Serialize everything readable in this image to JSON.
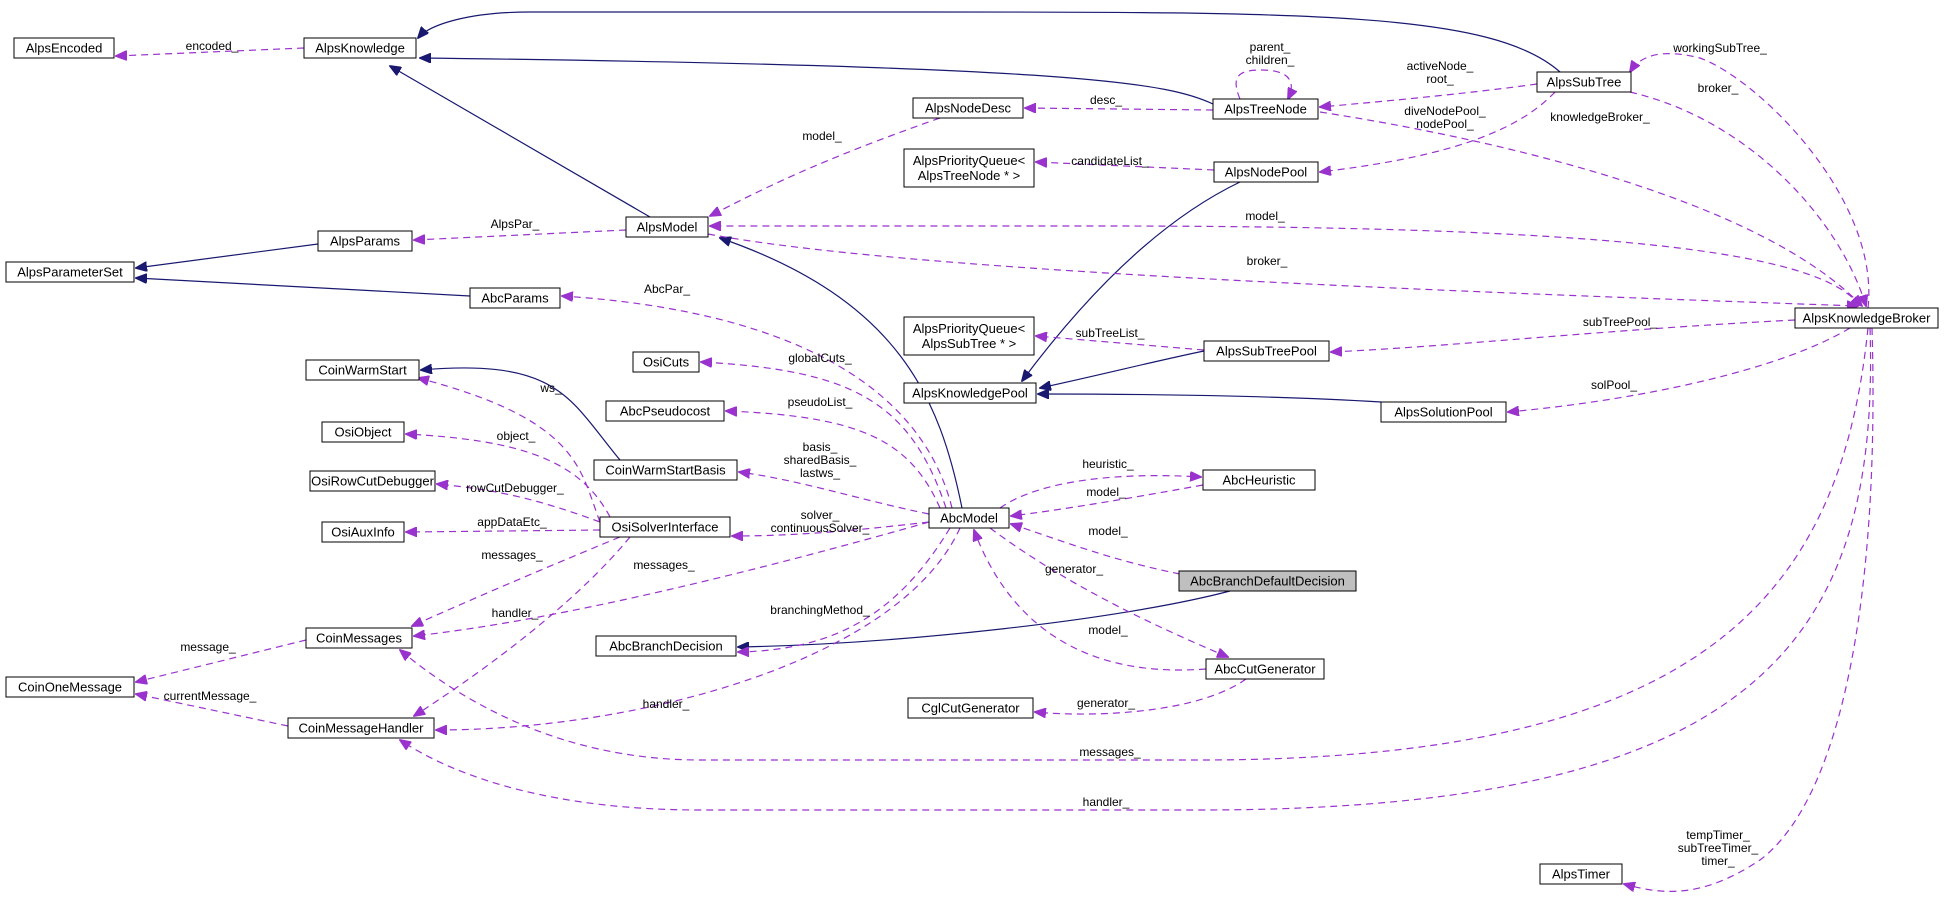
{
  "nodes": [
    {
      "id": "AlpsEncoded",
      "lines": [
        "AlpsEncoded"
      ]
    },
    {
      "id": "AlpsKnowledge",
      "lines": [
        "AlpsKnowledge"
      ]
    },
    {
      "id": "AlpsParameterSet",
      "lines": [
        "AlpsParameterSet"
      ]
    },
    {
      "id": "AlpsParams",
      "lines": [
        "AlpsParams"
      ]
    },
    {
      "id": "AbcParams",
      "lines": [
        "AbcParams"
      ]
    },
    {
      "id": "AlpsModel",
      "lines": [
        "AlpsModel"
      ]
    },
    {
      "id": "AlpsNodeDesc",
      "lines": [
        "AlpsNodeDesc"
      ]
    },
    {
      "id": "AlpsTreeNode",
      "lines": [
        "AlpsTreeNode"
      ]
    },
    {
      "id": "AlpsSubTree",
      "lines": [
        "AlpsSubTree"
      ]
    },
    {
      "id": "AlpsPriorityQueueTreeNode",
      "lines": [
        "AlpsPriorityQueue<",
        "AlpsTreeNode * >"
      ]
    },
    {
      "id": "AlpsNodePool",
      "lines": [
        "AlpsNodePool"
      ]
    },
    {
      "id": "AlpsKnowledgeBroker",
      "lines": [
        "AlpsKnowledgeBroker"
      ]
    },
    {
      "id": "AlpsPriorityQueueSubTree",
      "lines": [
        "AlpsPriorityQueue<",
        "AlpsSubTree * >"
      ]
    },
    {
      "id": "AlpsSubTreePool",
      "lines": [
        "AlpsSubTreePool"
      ]
    },
    {
      "id": "AlpsKnowledgePool",
      "lines": [
        "AlpsKnowledgePool"
      ]
    },
    {
      "id": "AlpsSolutionPool",
      "lines": [
        "AlpsSolutionPool"
      ]
    },
    {
      "id": "CoinWarmStart",
      "lines": [
        "CoinWarmStart"
      ]
    },
    {
      "id": "OsiCuts",
      "lines": [
        "OsiCuts"
      ]
    },
    {
      "id": "AbcPseudocost",
      "lines": [
        "AbcPseudocost"
      ]
    },
    {
      "id": "OsiObject",
      "lines": [
        "OsiObject"
      ]
    },
    {
      "id": "CoinWarmStartBasis",
      "lines": [
        "CoinWarmStartBasis"
      ]
    },
    {
      "id": "OsiRowCutDebugger",
      "lines": [
        "OsiRowCutDebugger"
      ]
    },
    {
      "id": "OsiAuxInfo",
      "lines": [
        "OsiAuxInfo"
      ]
    },
    {
      "id": "OsiSolverInterface",
      "lines": [
        "OsiSolverInterface"
      ]
    },
    {
      "id": "AbcModel",
      "lines": [
        "AbcModel"
      ]
    },
    {
      "id": "AbcHeuristic",
      "lines": [
        "AbcHeuristic"
      ]
    },
    {
      "id": "AbcBranchDefaultDecision",
      "lines": [
        "AbcBranchDefaultDecision"
      ]
    },
    {
      "id": "CoinMessages",
      "lines": [
        "CoinMessages"
      ]
    },
    {
      "id": "AbcBranchDecision",
      "lines": [
        "AbcBranchDecision"
      ]
    },
    {
      "id": "CoinOneMessage",
      "lines": [
        "CoinOneMessage"
      ]
    },
    {
      "id": "AbcCutGenerator",
      "lines": [
        "AbcCutGenerator"
      ]
    },
    {
      "id": "CglCutGenerator",
      "lines": [
        "CglCutGenerator"
      ]
    },
    {
      "id": "CoinMessageHandler",
      "lines": [
        "CoinMessageHandler"
      ]
    },
    {
      "id": "AlpsTimer",
      "lines": [
        "AlpsTimer"
      ]
    }
  ],
  "edge_labels": {
    "encoded": "encoded_",
    "parent_children": [
      "parent_",
      "children_"
    ],
    "activeNode_root": [
      "activeNode_",
      "root_"
    ],
    "workingSubTree": "workingSubTree_",
    "desc": "desc_",
    "broker_subtree": "broker_",
    "diveNodePool_nodePool": [
      "diveNodePool_",
      "nodePool_"
    ],
    "knowledgeBroker": "knowledgeBroker_",
    "model_desc": "model_",
    "candidateList": "candidateList_",
    "alpsPar": "AlpsPar_",
    "model_broker": "model_",
    "broker_model": "broker_",
    "abcPar": "AbcPar_",
    "subTreeList": "subTreeList_",
    "subTreePool": "subTreePool_",
    "globalCuts": "globalCuts_",
    "ws": "ws_",
    "solPool": "solPool_",
    "pseudoList": "pseudoList_",
    "object": "object_",
    "basis": [
      "basis_",
      "sharedBasis_",
      "lastws_"
    ],
    "heuristic": "heuristic_",
    "rowCutDebugger": "rowCutDebugger_",
    "model_heuristic": "model_",
    "appDataEtc": "appDataEtc_",
    "solver": [
      "solver_",
      "continuousSolver_"
    ],
    "model_bdd": "model_",
    "messages_solver": "messages_",
    "messages_model": "messages_",
    "generator_cut": "generator_",
    "handler_solver": "handler_",
    "message": "message_",
    "branchingMethod": "branchingMethod_",
    "model_cut": "model_",
    "currentMessage": "currentMessage_",
    "handler_model": "handler_",
    "generator_cgl": "generator_",
    "messages_broker": "messages_",
    "handler_broker": "handler_",
    "timers": [
      "tempTimer_",
      "subTreeTimer_",
      "timer_"
    ]
  }
}
